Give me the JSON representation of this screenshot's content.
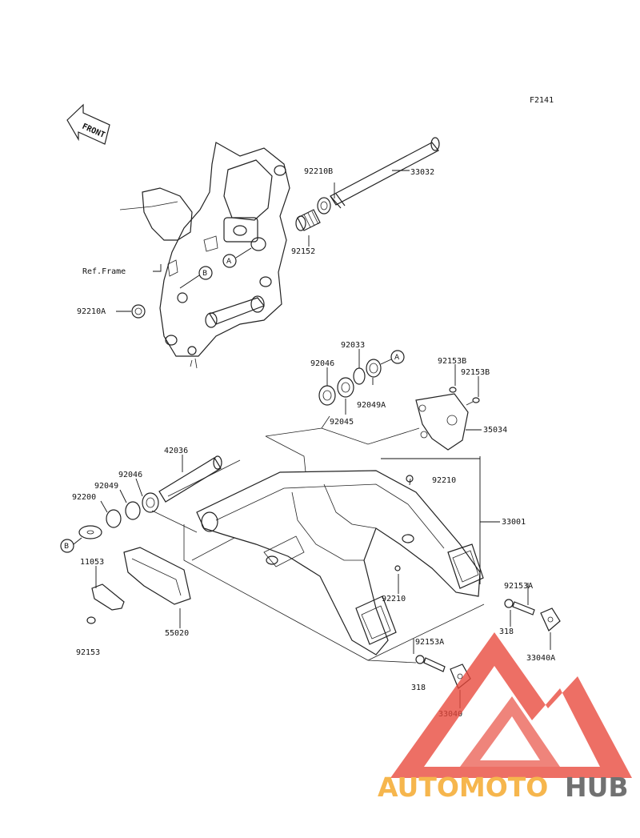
{
  "figure_code": "F2141",
  "front_arrow_text": "FRONT",
  "ref_frame": "Ref.Frame",
  "callouts": {
    "a": "A",
    "b": "B"
  },
  "parts": {
    "p92210B": "92210B",
    "p33032": "33032",
    "p92152": "92152",
    "p92210A": "92210A",
    "p92033": "92033",
    "p92046_top": "92046",
    "p92049A": "92049A",
    "p92045": "92045",
    "p92153B_1": "92153B",
    "p92153B_2": "92153B",
    "p35034": "35034",
    "p42036": "42036",
    "p92046_left": "92046",
    "p92049": "92049",
    "p92200": "92200",
    "p92210_top": "92210",
    "p33001": "33001",
    "p11053": "11053",
    "p92210_mid": "92210",
    "p92153A_right": "92153A",
    "p318_right": "318",
    "p55020": "55020",
    "p92153A_bottom": "92153A",
    "p33040A": "33040A",
    "p92153": "92153",
    "p318_bottom": "318",
    "p33040": "33040"
  },
  "watermark": {
    "part1": "AUTOMOTO",
    "part2": "HUB"
  },
  "colors": {
    "watermark_red": "#e8473a",
    "watermark_orange": "#f4a21c",
    "watermark_grey": "#4a4a4a"
  }
}
